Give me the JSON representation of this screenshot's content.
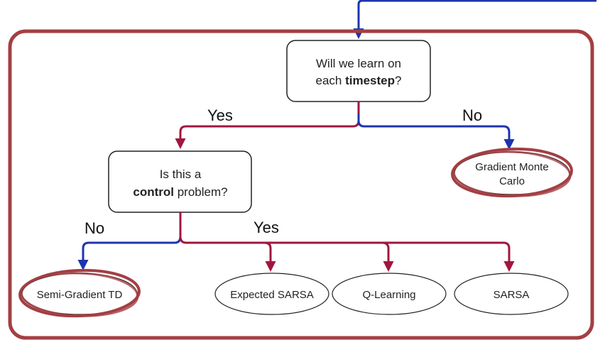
{
  "colors": {
    "frame": "#a33f43",
    "yes_arrow": "#a0163f",
    "no_arrow": "#1d34b0",
    "highlight_ring": "#a33f43",
    "box_stroke": "#222222"
  },
  "decision_timestep": {
    "line1": "Will we learn on",
    "line2_prefix": "each ",
    "line2_bold": "timestep",
    "line2_suffix": "?"
  },
  "decision_control": {
    "line1": "Is this a",
    "line2_bold": "control",
    "line2_suffix": " problem?"
  },
  "labels": {
    "timestep_yes": "Yes",
    "timestep_no": "No",
    "control_no": "No",
    "control_yes": "Yes"
  },
  "outcomes": {
    "gradient_mc_line1": "Gradient Monte",
    "gradient_mc_line2": "Carlo",
    "semi_gradient_td": "Semi-Gradient TD",
    "expected_sarsa": "Expected SARSA",
    "q_learning": "Q-Learning",
    "sarsa": "SARSA"
  }
}
